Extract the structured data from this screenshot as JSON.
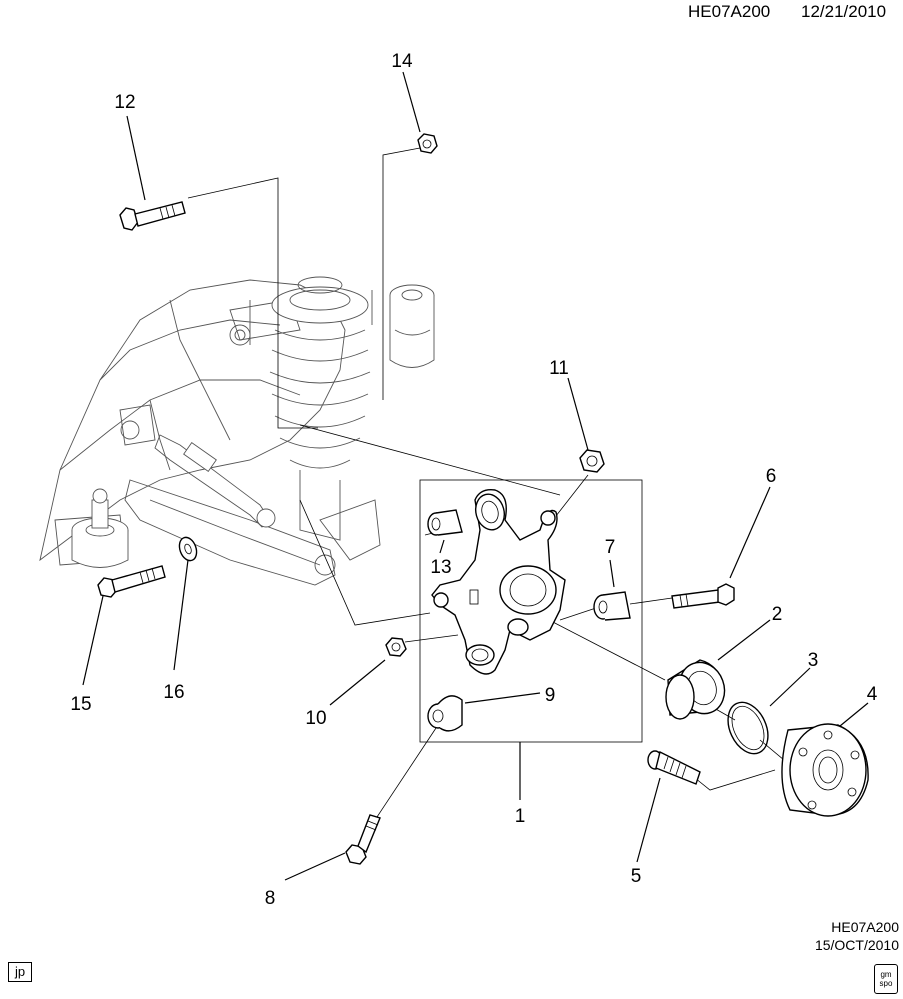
{
  "header": {
    "code": "HE07A200",
    "date": "12/21/2010"
  },
  "footer": {
    "code": "HE07A200",
    "date": "15/OCT/2010"
  },
  "corner_tag": "jp",
  "logo_text": "gm spo",
  "callouts": [
    "1",
    "2",
    "3",
    "4",
    "5",
    "6",
    "7",
    "8",
    "9",
    "10",
    "11",
    "12",
    "13",
    "14",
    "15",
    "16"
  ]
}
